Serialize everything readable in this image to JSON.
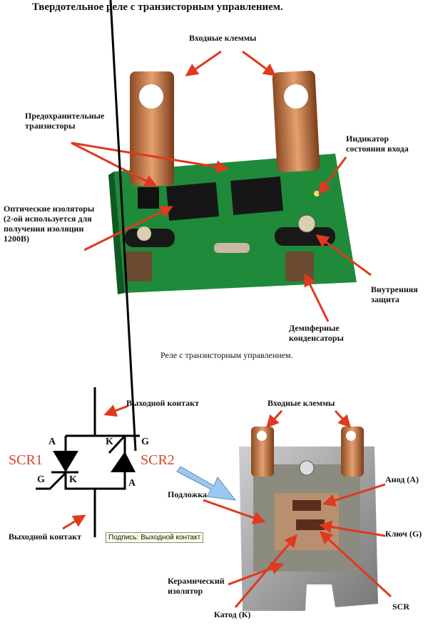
{
  "title": "Твердотельное реле с транзисторным управлением.",
  "photo1": {
    "input_terminals": "Входные клеммы",
    "fuse_transistors": "Предохранительные\nтранзисторы",
    "input_indicator": "Индикатор\nсостояния входа",
    "opto_isolators": "Оптические изоляторы\n(2-ой используется для\nполучения изоляции\n1200В)",
    "internal_protection": "Внутренняя\nзащита",
    "snubber_caps": "Демпферные\nконденсаторы",
    "caption": "Реле с транзисторным управлением."
  },
  "schematic": {
    "output_top": "Выходной контакт",
    "output_bottom": "Выходной контакт",
    "scr1": "SCR1",
    "scr2": "SCR2",
    "a1": "A",
    "g1": "G",
    "k1": "K",
    "k2": "K",
    "g2": "G",
    "a2": "A",
    "tooltip": "Подпись: Выходной контакт"
  },
  "photo2": {
    "input_terminals": "Входные клеммы",
    "anode": "Анод (А)",
    "substrate": "Подложка",
    "gate": "Ключ (G)",
    "ceramic": "Керамический\nизолятор",
    "cathode": "Катод (К)",
    "scr": "SCR"
  }
}
